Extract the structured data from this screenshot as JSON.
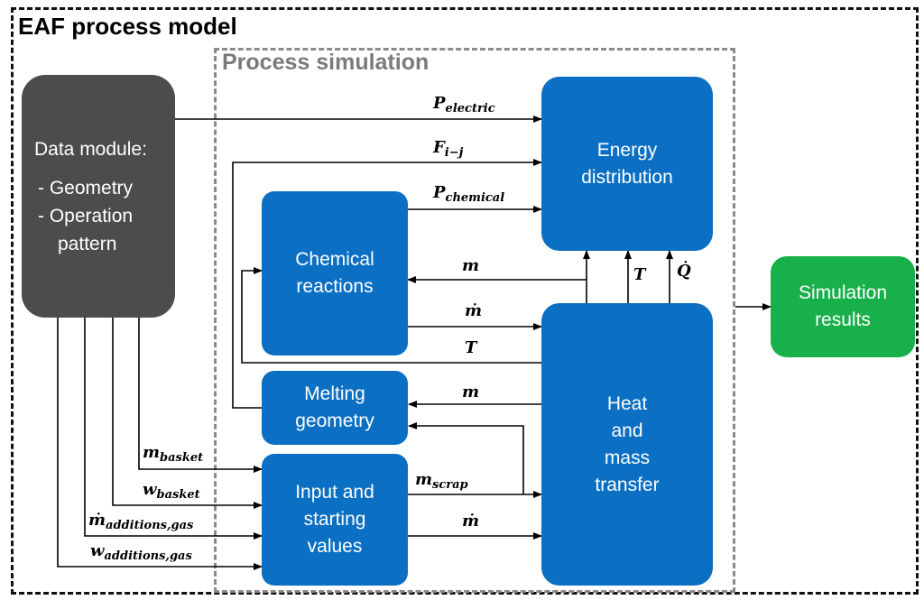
{
  "diagram": {
    "outer_title": "EAF process model",
    "inner_title": "Process simulation",
    "boxes": {
      "data_module": {
        "title": "Data module:",
        "items": [
          "- Geometry",
          "- Operation",
          "  pattern"
        ]
      },
      "energy_distribution": {
        "line1": "Energy",
        "line2": "distribution"
      },
      "chemical_reactions": {
        "line1": "Chemical",
        "line2": "reactions"
      },
      "melting_geometry": {
        "line1": "Melting",
        "line2": "geometry"
      },
      "input_starting": {
        "line1": "Input and",
        "line2": "starting",
        "line3": "values"
      },
      "heat_mass": {
        "line1": "Heat",
        "line2": "and",
        "line3": "mass",
        "line4": "transfer"
      },
      "simulation_results": {
        "line1": "Simulation",
        "line2": "results"
      }
    },
    "signals": {
      "p_electric": {
        "base": "P",
        "sub": "electric"
      },
      "f_ij": {
        "base": "F",
        "sub": "i−j"
      },
      "p_chemical": {
        "base": "P",
        "sub": "chemical"
      },
      "m_to_chem": {
        "base": "m",
        "sub": ""
      },
      "mdot_from_chem": {
        "base": "ṁ",
        "sub": ""
      },
      "t_to_chem": {
        "base": "T",
        "sub": ""
      },
      "t_up": {
        "base": "T",
        "sub": ""
      },
      "qdot_up": {
        "base": "Q̇",
        "sub": ""
      },
      "m_to_melt": {
        "base": "m",
        "sub": ""
      },
      "m_scrap": {
        "base": "m",
        "sub": "scrap"
      },
      "mdot_input": {
        "base": "ṁ",
        "sub": ""
      },
      "m_basket": {
        "base": "m",
        "sub": "basket"
      },
      "w_basket": {
        "base": "w",
        "sub": "basket"
      },
      "mdot_additions": {
        "base": "ṁ",
        "sub": "additions,gas"
      },
      "w_additions": {
        "base": "w",
        "sub": "additions,gas"
      }
    },
    "colors": {
      "process_block": "#0b6fc3",
      "data_block": "#4c4c4c",
      "result_block": "#18b04a",
      "inner_border": "#8a8a8a"
    }
  }
}
